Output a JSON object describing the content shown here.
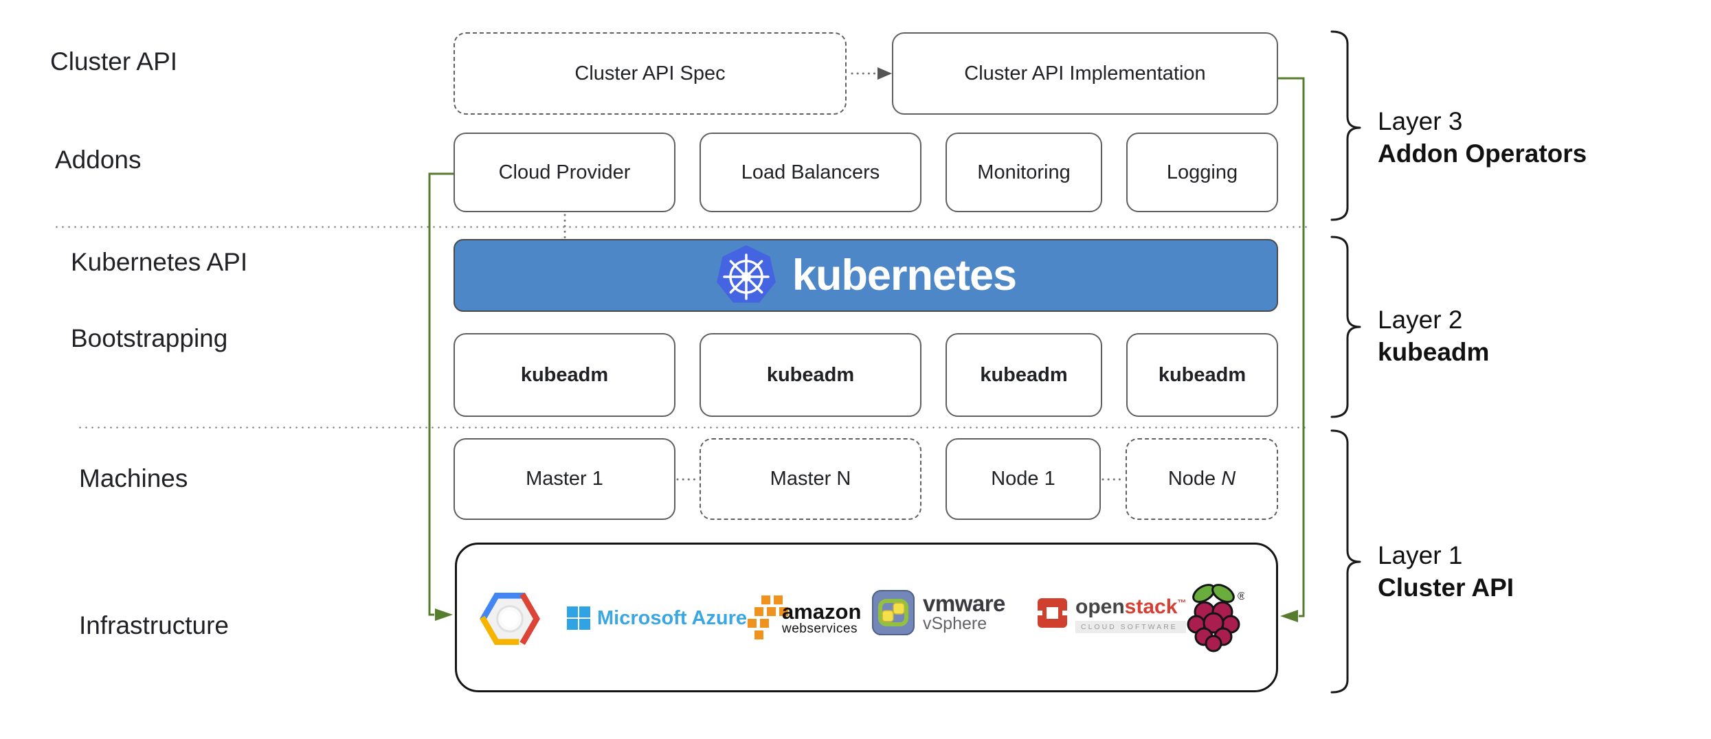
{
  "colors": {
    "accent_green": "#567d2e",
    "kubernetes_bar_blue": "#4d87c7",
    "kubernetes_logo_blue": "#4464e1",
    "box_border_gray": "#5f5f5f"
  },
  "row_labels": [
    "Cluster API",
    "Addons",
    "Kubernetes API",
    "Bootstrapping",
    "Machines",
    "Infrastructure"
  ],
  "cluster_api_row": {
    "spec": "Cluster API Spec",
    "implementation": "Cluster API Implementation"
  },
  "addons_row": [
    "Cloud Provider",
    "Load Balancers",
    "Monitoring",
    "Logging"
  ],
  "kubernetes_bar": {
    "wordmark": "kubernetes"
  },
  "bootstrapping_row": [
    "kubeadm",
    "kubeadm",
    "kubeadm",
    "kubeadm"
  ],
  "machines_row": {
    "master_1": "Master 1",
    "master_n": "Master N",
    "node_1": "Node 1",
    "node_n_prefix": "Node ",
    "node_n_suffix": "N"
  },
  "infrastructure_row": {
    "azure_text": "Microsoft Azure",
    "aws_line1": "amazon",
    "aws_line2": "webservices",
    "vmware_line1": "vmware",
    "vmware_line2": "vSphere",
    "openstack_open": "open",
    "openstack_stack": "stack",
    "openstack_tm": "™",
    "openstack_tagline": "CLOUD SOFTWARE",
    "raspberry_registered": "®"
  },
  "layer_annotations": [
    {
      "title": "Layer 3",
      "subtitle": "Addon Operators"
    },
    {
      "title": "Layer 2",
      "subtitle": "kubeadm"
    },
    {
      "title": "Layer 1",
      "subtitle": "Cluster API"
    }
  ]
}
